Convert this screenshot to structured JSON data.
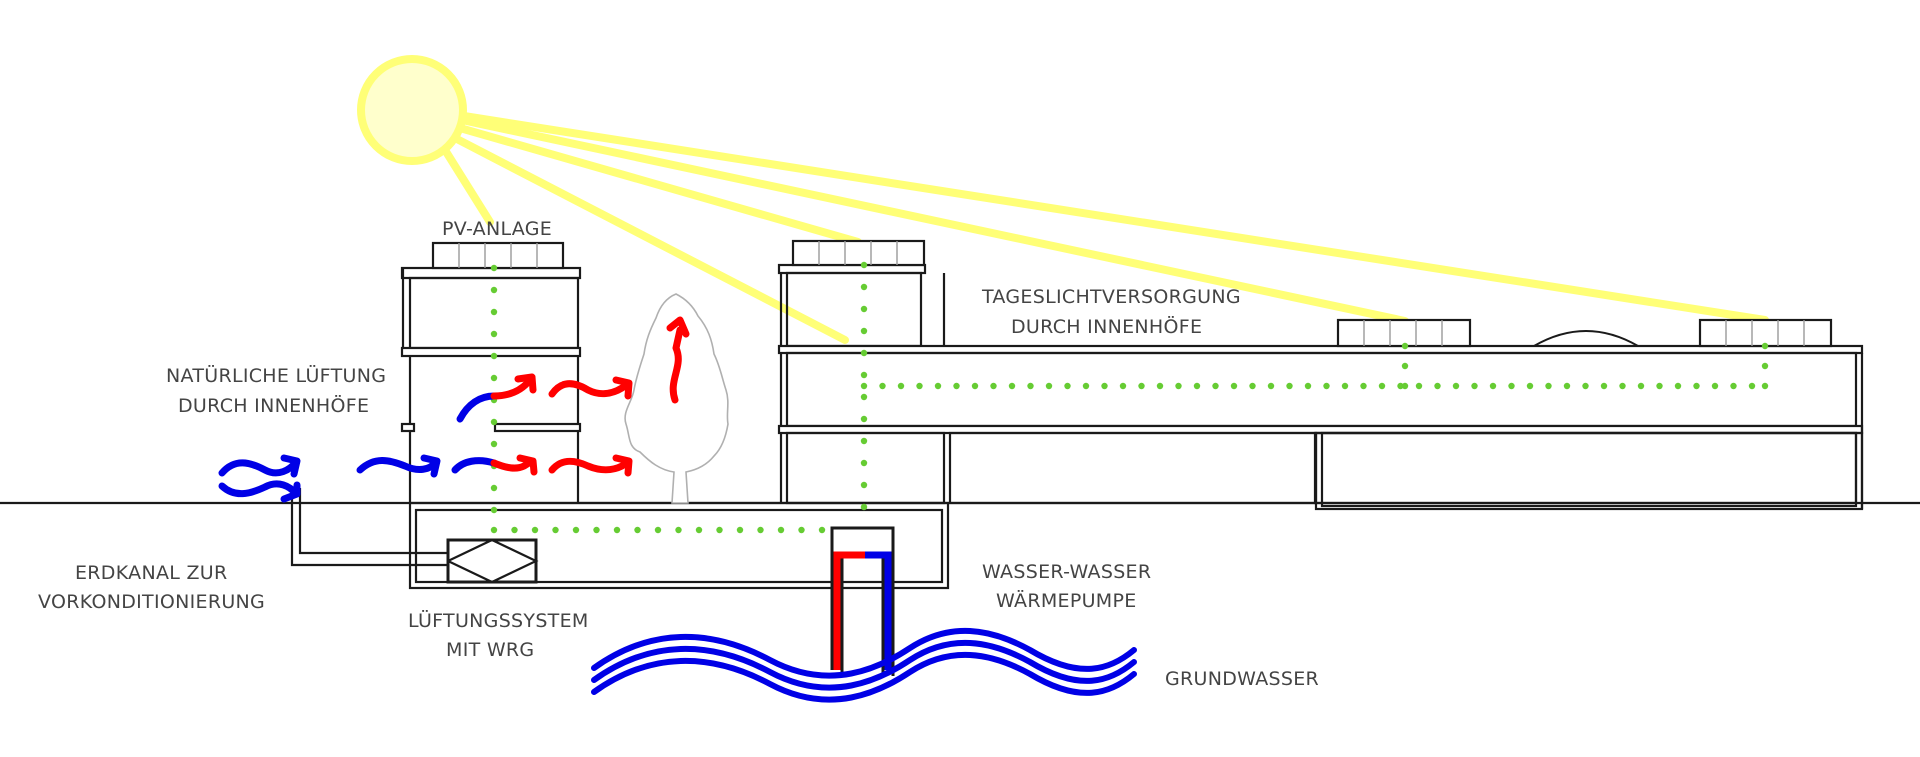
{
  "diagram": {
    "title": "Energiekonzept Gebäudeschnitt",
    "labels": {
      "pv_anlage": "PV-ANLAGE",
      "tageslicht_line1": "TAGESLICHTVERSORGUNG",
      "tageslicht_line2": "DURCH INNENHÖFE",
      "lueftung_line1": "NATÜRLICHE LÜFTUNG",
      "lueftung_line2": "DURCH INNENHÖFE",
      "erdkanal_line1": "ERDKANAL ZUR",
      "erdkanal_line2": "VORKONDITIONIERUNG",
      "lueftungssystem_line1": "LÜFTUNGSSYSTEM",
      "lueftungssystem_line2": "MIT WRG",
      "waermepumpe_line1": "WASSER-WASSER",
      "waermepumpe_line2": "WÄRMEPUMPE",
      "grundwasser": "GRUNDWASSER"
    },
    "elements": {
      "sun": "sun-icon",
      "sun_rays": "daylight-rays",
      "pv_panels": "pv-panel-array",
      "electric_distribution": "green-dotted-power-line",
      "cold_air": "blue-air-flow-arrows",
      "warm_air": "red-air-flow-arrows",
      "tree": "tree-icon",
      "heat_exchanger": "heat-recovery-unit",
      "heat_pump": "heat-pump-loop",
      "groundwater": "groundwater-waves",
      "skylight_dome": "skylight-dome"
    },
    "colors": {
      "sun": "#ffff77",
      "cold": "#0000e6",
      "warm": "#ff0000",
      "power": "#66cc33",
      "structure": "#1a1a1a",
      "text": "#444444"
    }
  }
}
